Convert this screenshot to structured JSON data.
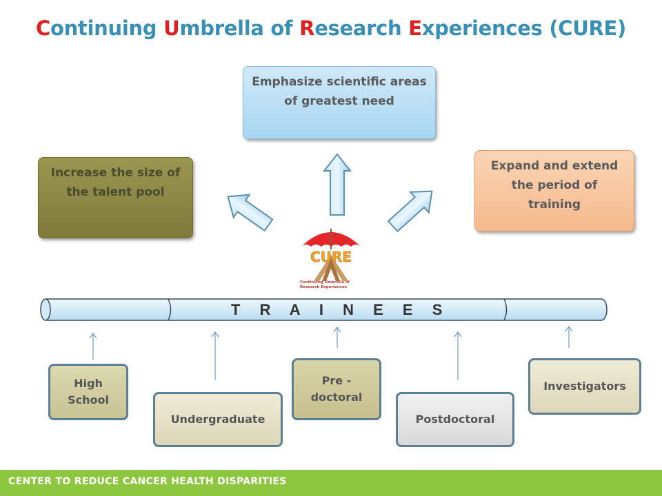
{
  "title": {
    "parts": [
      {
        "cap": "C",
        "rest": "ontinuing "
      },
      {
        "cap": "U",
        "rest": "mbrella of "
      },
      {
        "cap": "R",
        "rest": "esearch "
      },
      {
        "cap": "E",
        "rest": "xperiences (CURE)"
      }
    ]
  },
  "goals": {
    "top": "Emphasize scientific areas of greatest need",
    "left": "Increase the size of the talent pool",
    "right": "Expand and extend the period of training"
  },
  "logo": {
    "word": "CURE",
    "line1": "Continuing Umbrella of",
    "line2": "Research Experiences"
  },
  "pipeline": {
    "label": "T R A I N E E S"
  },
  "trainees": {
    "high_school": "High School",
    "undergraduate": "Undergraduate",
    "pre_doctoral": "Pre - doctoral",
    "postdoctoral": "Postdoctoral",
    "investigators": "Investigators"
  },
  "footer": {
    "text": "CENTER TO REDUCE CANCER HEALTH DISPARITIES"
  },
  "colors": {
    "title_blue": "#3a8fb7",
    "title_red": "#e02020",
    "footer_green": "#8dc63f",
    "goal_top": "#a8d6f2",
    "goal_left": "#8a8543",
    "goal_right": "#f5b98d"
  }
}
